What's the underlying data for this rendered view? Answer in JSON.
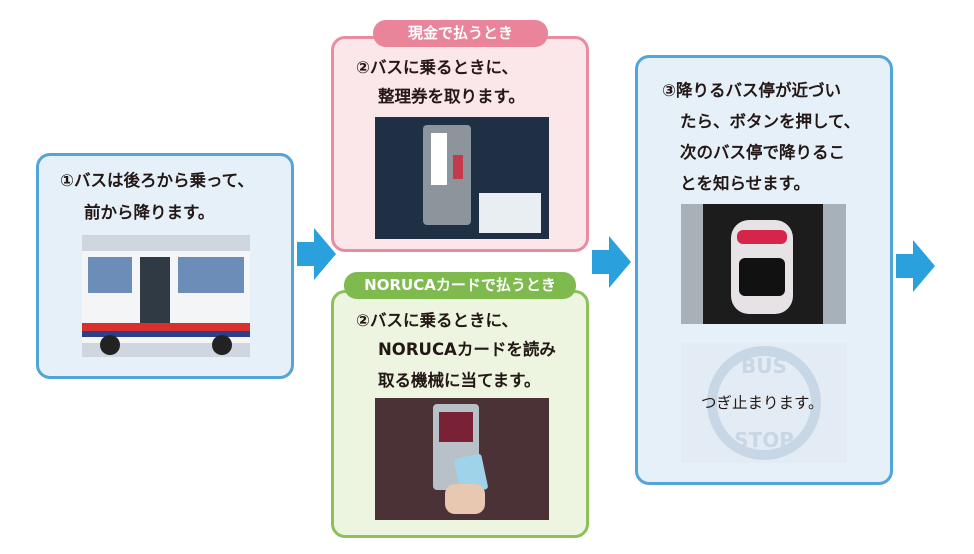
{
  "step1": {
    "line1": "①バスは後ろから乗って、",
    "line2": "前から降ります。"
  },
  "cash": {
    "tab": "現金で払うとき",
    "line1": "②バスに乗るときに、",
    "line2": "整理券を取ります。"
  },
  "card": {
    "tab": "NORUCAカードで払うとき",
    "line1": "②バスに乗るときに、",
    "line2": "NORUCAカードを読み",
    "line3": "取る機械に当てます。"
  },
  "step3": {
    "line1": "③降りるバス停が近づい",
    "line2": "たら、ボタンを押して、",
    "line3": "次のバス停で降りるこ",
    "line4": "とを知らせます。",
    "stop_caption": "つぎ止まります。"
  },
  "icons": {
    "bus": "bus-photo",
    "ticket": "ticket-machine-photo",
    "reader": "card-reader-photo",
    "button": "stop-button-photo",
    "stop": "bus-stop-sign"
  },
  "colors": {
    "blue": "#52a4d9",
    "pink": "#ea8ca0",
    "green": "#8cc15a",
    "arrow": "#2aa0dc"
  }
}
